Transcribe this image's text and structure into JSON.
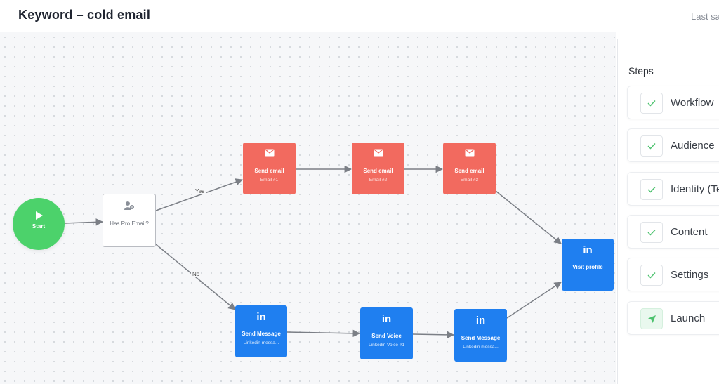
{
  "header": {
    "title": "Keyword – cold email",
    "last_saved": "Last sa"
  },
  "workflow": {
    "start": {
      "label": "Start"
    },
    "condition": {
      "label": "Has Pro Email?"
    },
    "branch_yes": "Yes",
    "branch_no": "No",
    "yes_branch": [
      {
        "label": "Send email",
        "sub": "Email #1"
      },
      {
        "label": "Send email",
        "sub": "Email #2"
      },
      {
        "label": "Send email",
        "sub": "Email #3"
      }
    ],
    "no_branch": [
      {
        "label": "Send Message",
        "sub": "Linkedin messa..."
      },
      {
        "label": "Send Voice",
        "sub": "Linkedin Voice #1"
      },
      {
        "label": "Send Message",
        "sub": "Linkedin messa..."
      }
    ],
    "end": {
      "label": "Visit profile"
    }
  },
  "steps": {
    "title": "Steps",
    "items": [
      {
        "label": "Workflow",
        "icon": "check-icon"
      },
      {
        "label": "Audience",
        "icon": "check-icon"
      },
      {
        "label": "Identity (Te",
        "icon": "check-icon"
      },
      {
        "label": "Content",
        "icon": "check-icon"
      },
      {
        "label": "Settings",
        "icon": "check-icon"
      },
      {
        "label": "Launch",
        "icon": "send-icon"
      }
    ]
  },
  "colors": {
    "email": "#f26a5f",
    "linkedin": "#1f7ff0",
    "start": "#4cd26b",
    "check": "#4cc26e"
  }
}
